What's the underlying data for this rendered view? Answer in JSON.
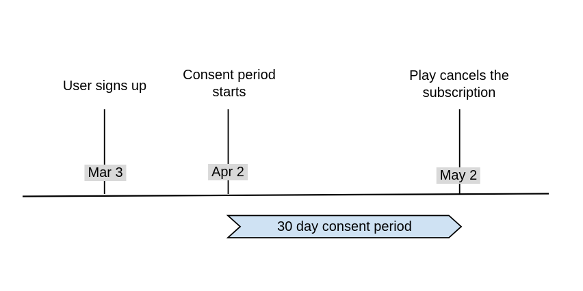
{
  "diagram": {
    "events": [
      {
        "label": "User signs up",
        "date": "Mar 3"
      },
      {
        "label": "Consent period\nstarts",
        "date": "Apr 2"
      },
      {
        "label": "Play cancels the\nsubscription",
        "date": "May 2"
      }
    ],
    "banner": {
      "label": "30 day consent period",
      "fill": "#cfe2f3",
      "border": "#000000"
    },
    "colors": {
      "line": "#000000",
      "date_bg": "#d9d9d9",
      "text": "#000000",
      "background": "#ffffff"
    }
  }
}
